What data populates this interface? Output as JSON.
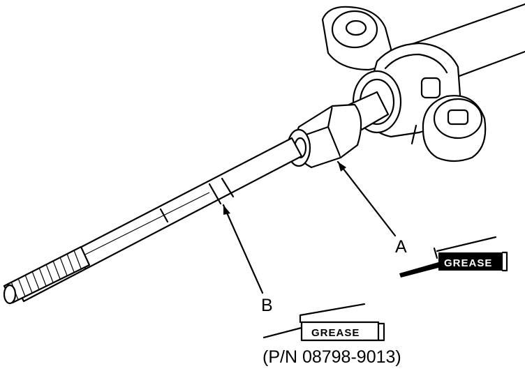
{
  "labels": {
    "a": "A",
    "b": "B"
  },
  "grease_a": {
    "text": "GREASE"
  },
  "grease_b": {
    "text": "GREASE"
  },
  "part_number": "(P/N 08798-9013)",
  "icons": [
    "grease-gun-icon"
  ],
  "colors": {
    "ink": "#000000",
    "paper": "#ffffff"
  }
}
